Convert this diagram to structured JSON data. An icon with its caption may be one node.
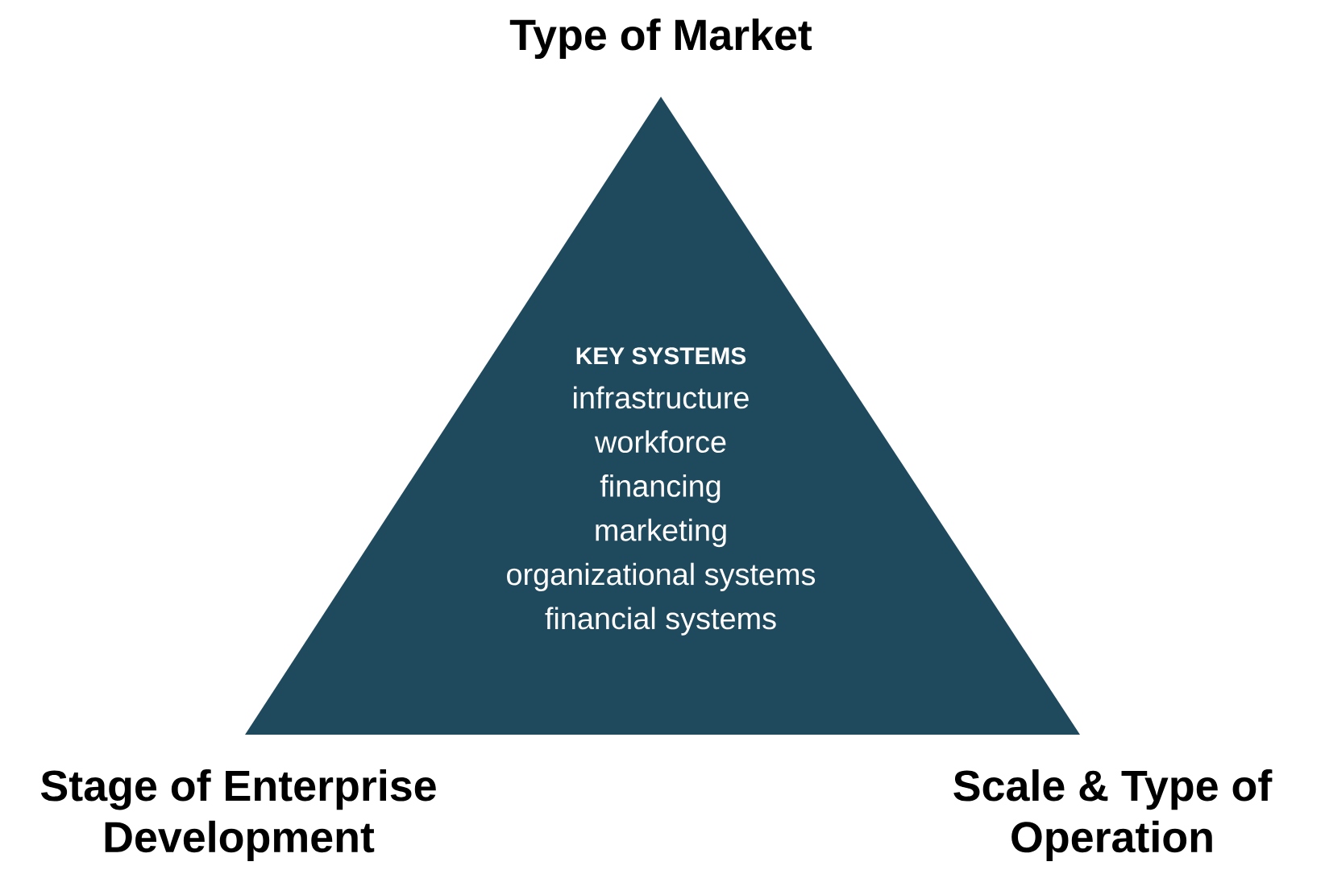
{
  "diagram": {
    "nodes": [
      {
        "text": [
          "KEY SYSTEMS",
          "infrastructure",
          "workforce",
          "financing",
          "marketing",
          "organizational systems",
          "financial systems"
        ]
      }
    ],
    "labels": [
      "Type of Market",
      "Stage of Enterprise Development",
      "Scale & Type of Operation"
    ]
  }
}
